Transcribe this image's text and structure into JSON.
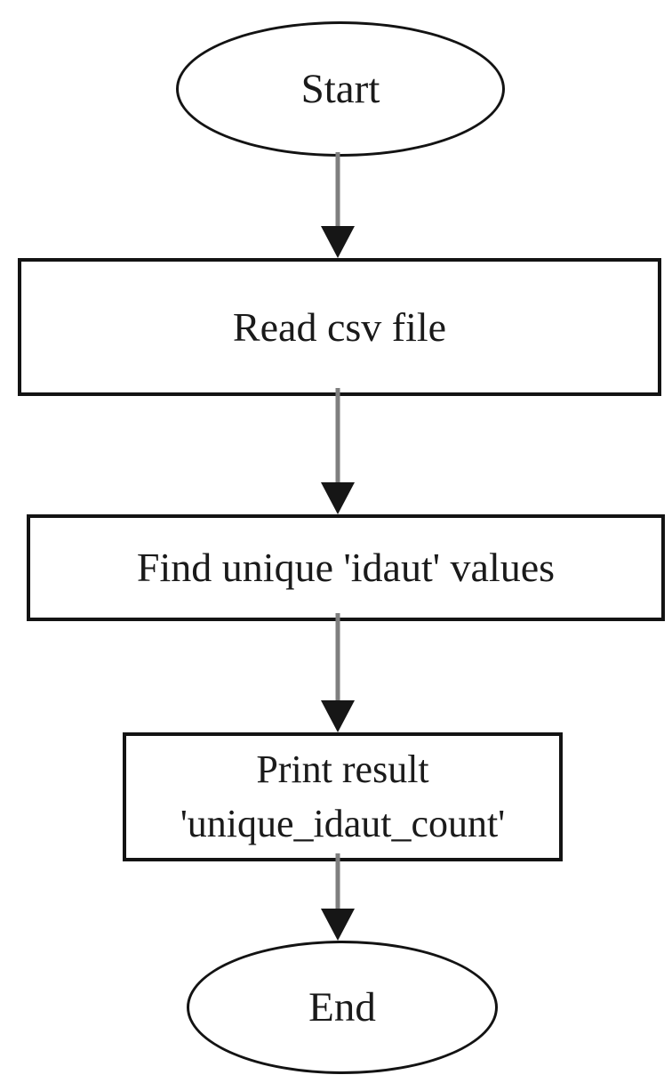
{
  "diagram": {
    "type": "flowchart",
    "background_color": "#ffffff",
    "node_fill_color": "#ffffff",
    "node_border_color": "#131313",
    "text_color": "#1a1a1a",
    "arrow_line_color": "#7f7f7f",
    "arrow_head_color": "#161616",
    "nodes": [
      {
        "id": "start",
        "type": "terminator",
        "label": "Start"
      },
      {
        "id": "read",
        "type": "process",
        "label": "Read csv file"
      },
      {
        "id": "find",
        "type": "process",
        "label": "Find unique 'idaut' values"
      },
      {
        "id": "print",
        "type": "process",
        "label": "Print result\n'unique_idaut_count'"
      },
      {
        "id": "end",
        "type": "terminator",
        "label": "End"
      }
    ],
    "edges": [
      {
        "from": "start",
        "to": "read"
      },
      {
        "from": "read",
        "to": "find"
      },
      {
        "from": "find",
        "to": "print"
      },
      {
        "from": "print",
        "to": "end"
      }
    ]
  }
}
